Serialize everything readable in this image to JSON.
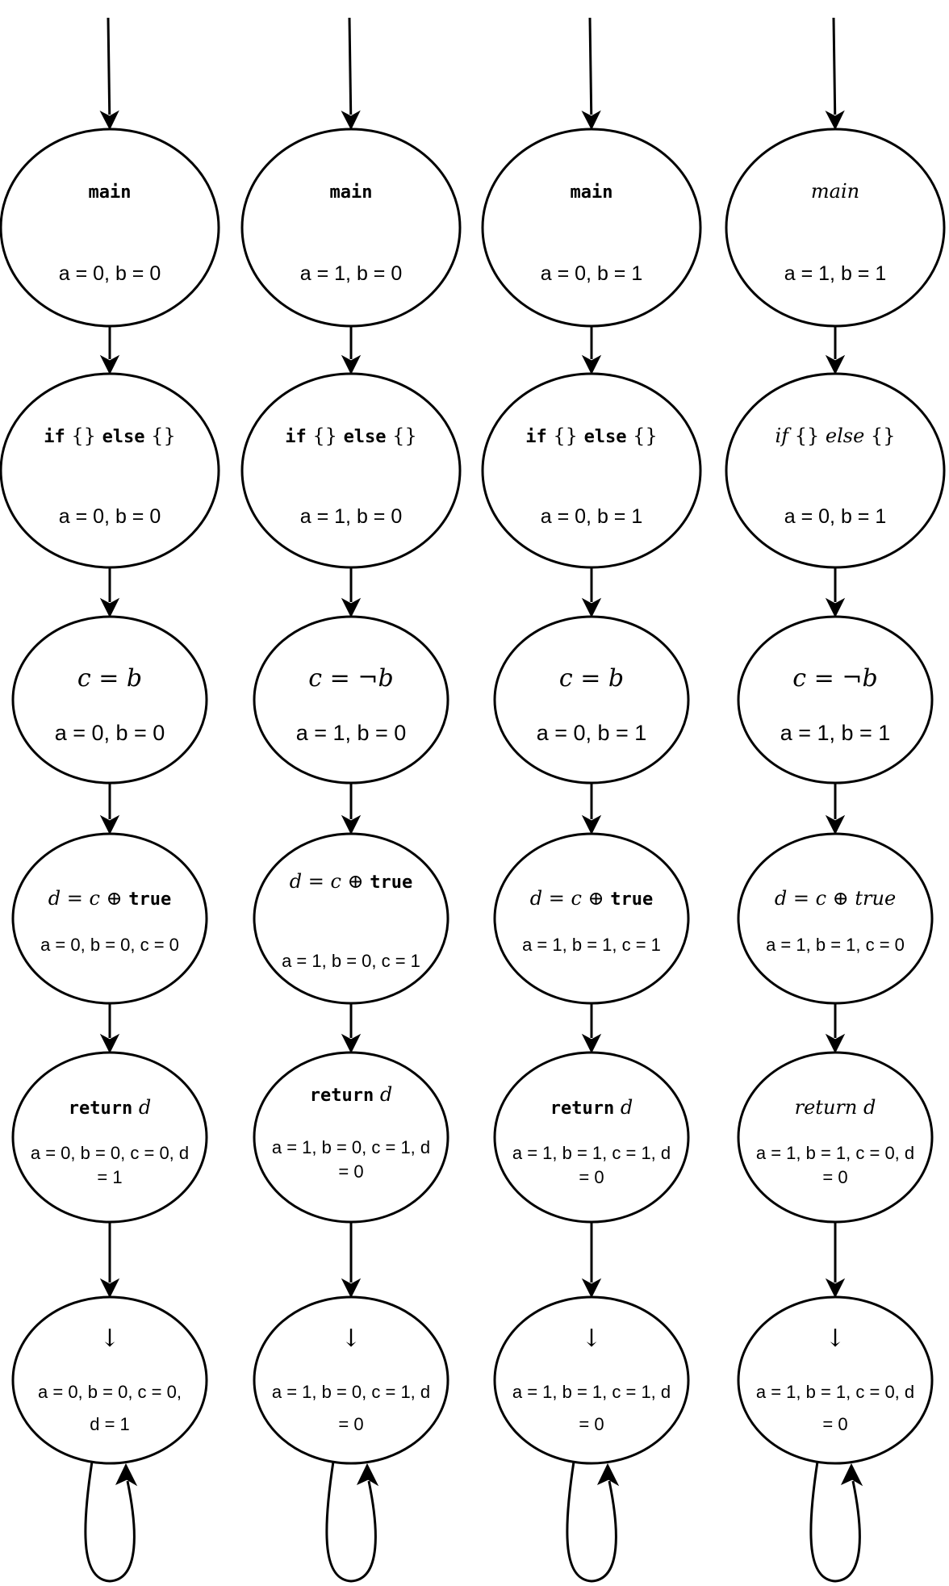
{
  "columns": [
    {
      "nodes": [
        {
          "head": [
            {
              "t": "main",
              "s": "mono"
            }
          ],
          "state": [
            "a = 0, b = 0"
          ]
        },
        {
          "head": [
            {
              "t": "if",
              "s": "mono"
            },
            {
              "t": " {} ",
              "s": "serif"
            },
            {
              "t": "else",
              "s": "mono"
            },
            {
              "t": " {}",
              "s": "serif"
            }
          ],
          "state": [
            "a = 0, b = 0"
          ]
        },
        {
          "head": [
            {
              "t": "c",
              "s": "it"
            },
            {
              "t": " = ",
              "s": "serif"
            },
            {
              "t": "b",
              "s": "it"
            }
          ],
          "state": [
            "a = 0, b = 0"
          ]
        },
        {
          "head": [
            {
              "t": "d",
              "s": "it"
            },
            {
              "t": " = ",
              "s": "serif"
            },
            {
              "t": "c",
              "s": "it"
            },
            {
              "t": " ⊕ ",
              "s": "serif"
            },
            {
              "t": "true",
              "s": "mono"
            }
          ],
          "state": [
            "a = 0, b = 0, c = 0"
          ]
        },
        {
          "head": [
            {
              "t": "return",
              "s": "mono"
            },
            {
              "t": " ",
              "s": "serif"
            },
            {
              "t": "d",
              "s": "it"
            }
          ],
          "state": [
            "a = 0, b = 0, c = 0, d",
            "= 1"
          ]
        },
        {
          "head": [
            {
              "t": "↓",
              "s": "serif"
            }
          ],
          "state": [
            "a = 0, b = 0, c = 0,",
            "d = 1"
          ]
        }
      ]
    },
    {
      "nodes": [
        {
          "head": [
            {
              "t": "main",
              "s": "mono"
            }
          ],
          "state": [
            "a = 1, b = 0"
          ]
        },
        {
          "head": [
            {
              "t": "if",
              "s": "mono"
            },
            {
              "t": " {} ",
              "s": "serif"
            },
            {
              "t": "else",
              "s": "mono"
            },
            {
              "t": " {}",
              "s": "serif"
            }
          ],
          "state": [
            "a = 1, b = 0"
          ]
        },
        {
          "head": [
            {
              "t": "c",
              "s": "it"
            },
            {
              "t": " = ¬",
              "s": "serif"
            },
            {
              "t": "b",
              "s": "it"
            }
          ],
          "state": [
            "a = 1, b = 0"
          ]
        },
        {
          "head": [
            {
              "t": "d",
              "s": "it"
            },
            {
              "t": " = ",
              "s": "serif"
            },
            {
              "t": "c",
              "s": "it"
            },
            {
              "t": " ⊕ ",
              "s": "serif"
            },
            {
              "t": "true",
              "s": "mono"
            }
          ],
          "state": [
            "a = 1, b = 0, c = 1"
          ]
        },
        {
          "head": [
            {
              "t": "return",
              "s": "mono"
            },
            {
              "t": " ",
              "s": "serif"
            },
            {
              "t": "d",
              "s": "it"
            }
          ],
          "state": [
            "a = 1, b = 0, c = 1, d",
            "= 0"
          ]
        },
        {
          "head": [
            {
              "t": "↓",
              "s": "serif"
            }
          ],
          "state": [
            "a = 1, b = 0, c = 1, d",
            "= 0"
          ]
        }
      ]
    },
    {
      "nodes": [
        {
          "head": [
            {
              "t": "main",
              "s": "mono"
            }
          ],
          "state": [
            "a = 0, b = 1"
          ]
        },
        {
          "head": [
            {
              "t": "if",
              "s": "mono"
            },
            {
              "t": " {} ",
              "s": "serif"
            },
            {
              "t": "else",
              "s": "mono"
            },
            {
              "t": " {}",
              "s": "serif"
            }
          ],
          "state": [
            "a = 0, b = 1"
          ]
        },
        {
          "head": [
            {
              "t": "c",
              "s": "it"
            },
            {
              "t": " = ",
              "s": "serif"
            },
            {
              "t": "b",
              "s": "it"
            }
          ],
          "state": [
            "a = 0, b = 1"
          ]
        },
        {
          "head": [
            {
              "t": "d",
              "s": "it"
            },
            {
              "t": " = ",
              "s": "serif"
            },
            {
              "t": "c",
              "s": "it"
            },
            {
              "t": " ⊕ ",
              "s": "serif"
            },
            {
              "t": "true",
              "s": "mono"
            }
          ],
          "state": [
            "a = 1, b = 1, c = 1"
          ]
        },
        {
          "head": [
            {
              "t": "return",
              "s": "mono"
            },
            {
              "t": " ",
              "s": "serif"
            },
            {
              "t": "d",
              "s": "it"
            }
          ],
          "state": [
            "a = 1, b = 1, c = 1, d",
            "= 0"
          ]
        },
        {
          "head": [
            {
              "t": "↓",
              "s": "serif"
            }
          ],
          "state": [
            "a = 1, b = 1, c = 1, d",
            "= 0"
          ]
        }
      ]
    },
    {
      "nodes": [
        {
          "head": [
            {
              "t": "main",
              "s": "it"
            }
          ],
          "state": [
            "a = 1, b = 1"
          ]
        },
        {
          "head": [
            {
              "t": "if",
              "s": "it"
            },
            {
              "t": " {} ",
              "s": "serif"
            },
            {
              "t": "else",
              "s": "it"
            },
            {
              "t": " {}",
              "s": "serif"
            }
          ],
          "state": [
            "a = 0, b = 1"
          ]
        },
        {
          "head": [
            {
              "t": "c",
              "s": "it"
            },
            {
              "t": " = ¬",
              "s": "serif"
            },
            {
              "t": "b",
              "s": "it"
            }
          ],
          "state": [
            "a = 1, b = 1"
          ]
        },
        {
          "head": [
            {
              "t": "d",
              "s": "it"
            },
            {
              "t": " = ",
              "s": "serif"
            },
            {
              "t": "c",
              "s": "it"
            },
            {
              "t": " ⊕ ",
              "s": "serif"
            },
            {
              "t": "true",
              "s": "it"
            }
          ],
          "state": [
            "a = 1, b = 1, c = 0"
          ]
        },
        {
          "head": [
            {
              "t": "return",
              "s": "it"
            },
            {
              "t": " ",
              "s": "serif"
            },
            {
              "t": "d",
              "s": "it"
            }
          ],
          "state": [
            "a = 1, b = 1, c = 0, d",
            "= 0"
          ]
        },
        {
          "head": [
            {
              "t": "↓",
              "s": "serif"
            }
          ],
          "state": [
            "a = 1, b = 1, c = 0, d",
            "= 0"
          ]
        }
      ]
    }
  ]
}
